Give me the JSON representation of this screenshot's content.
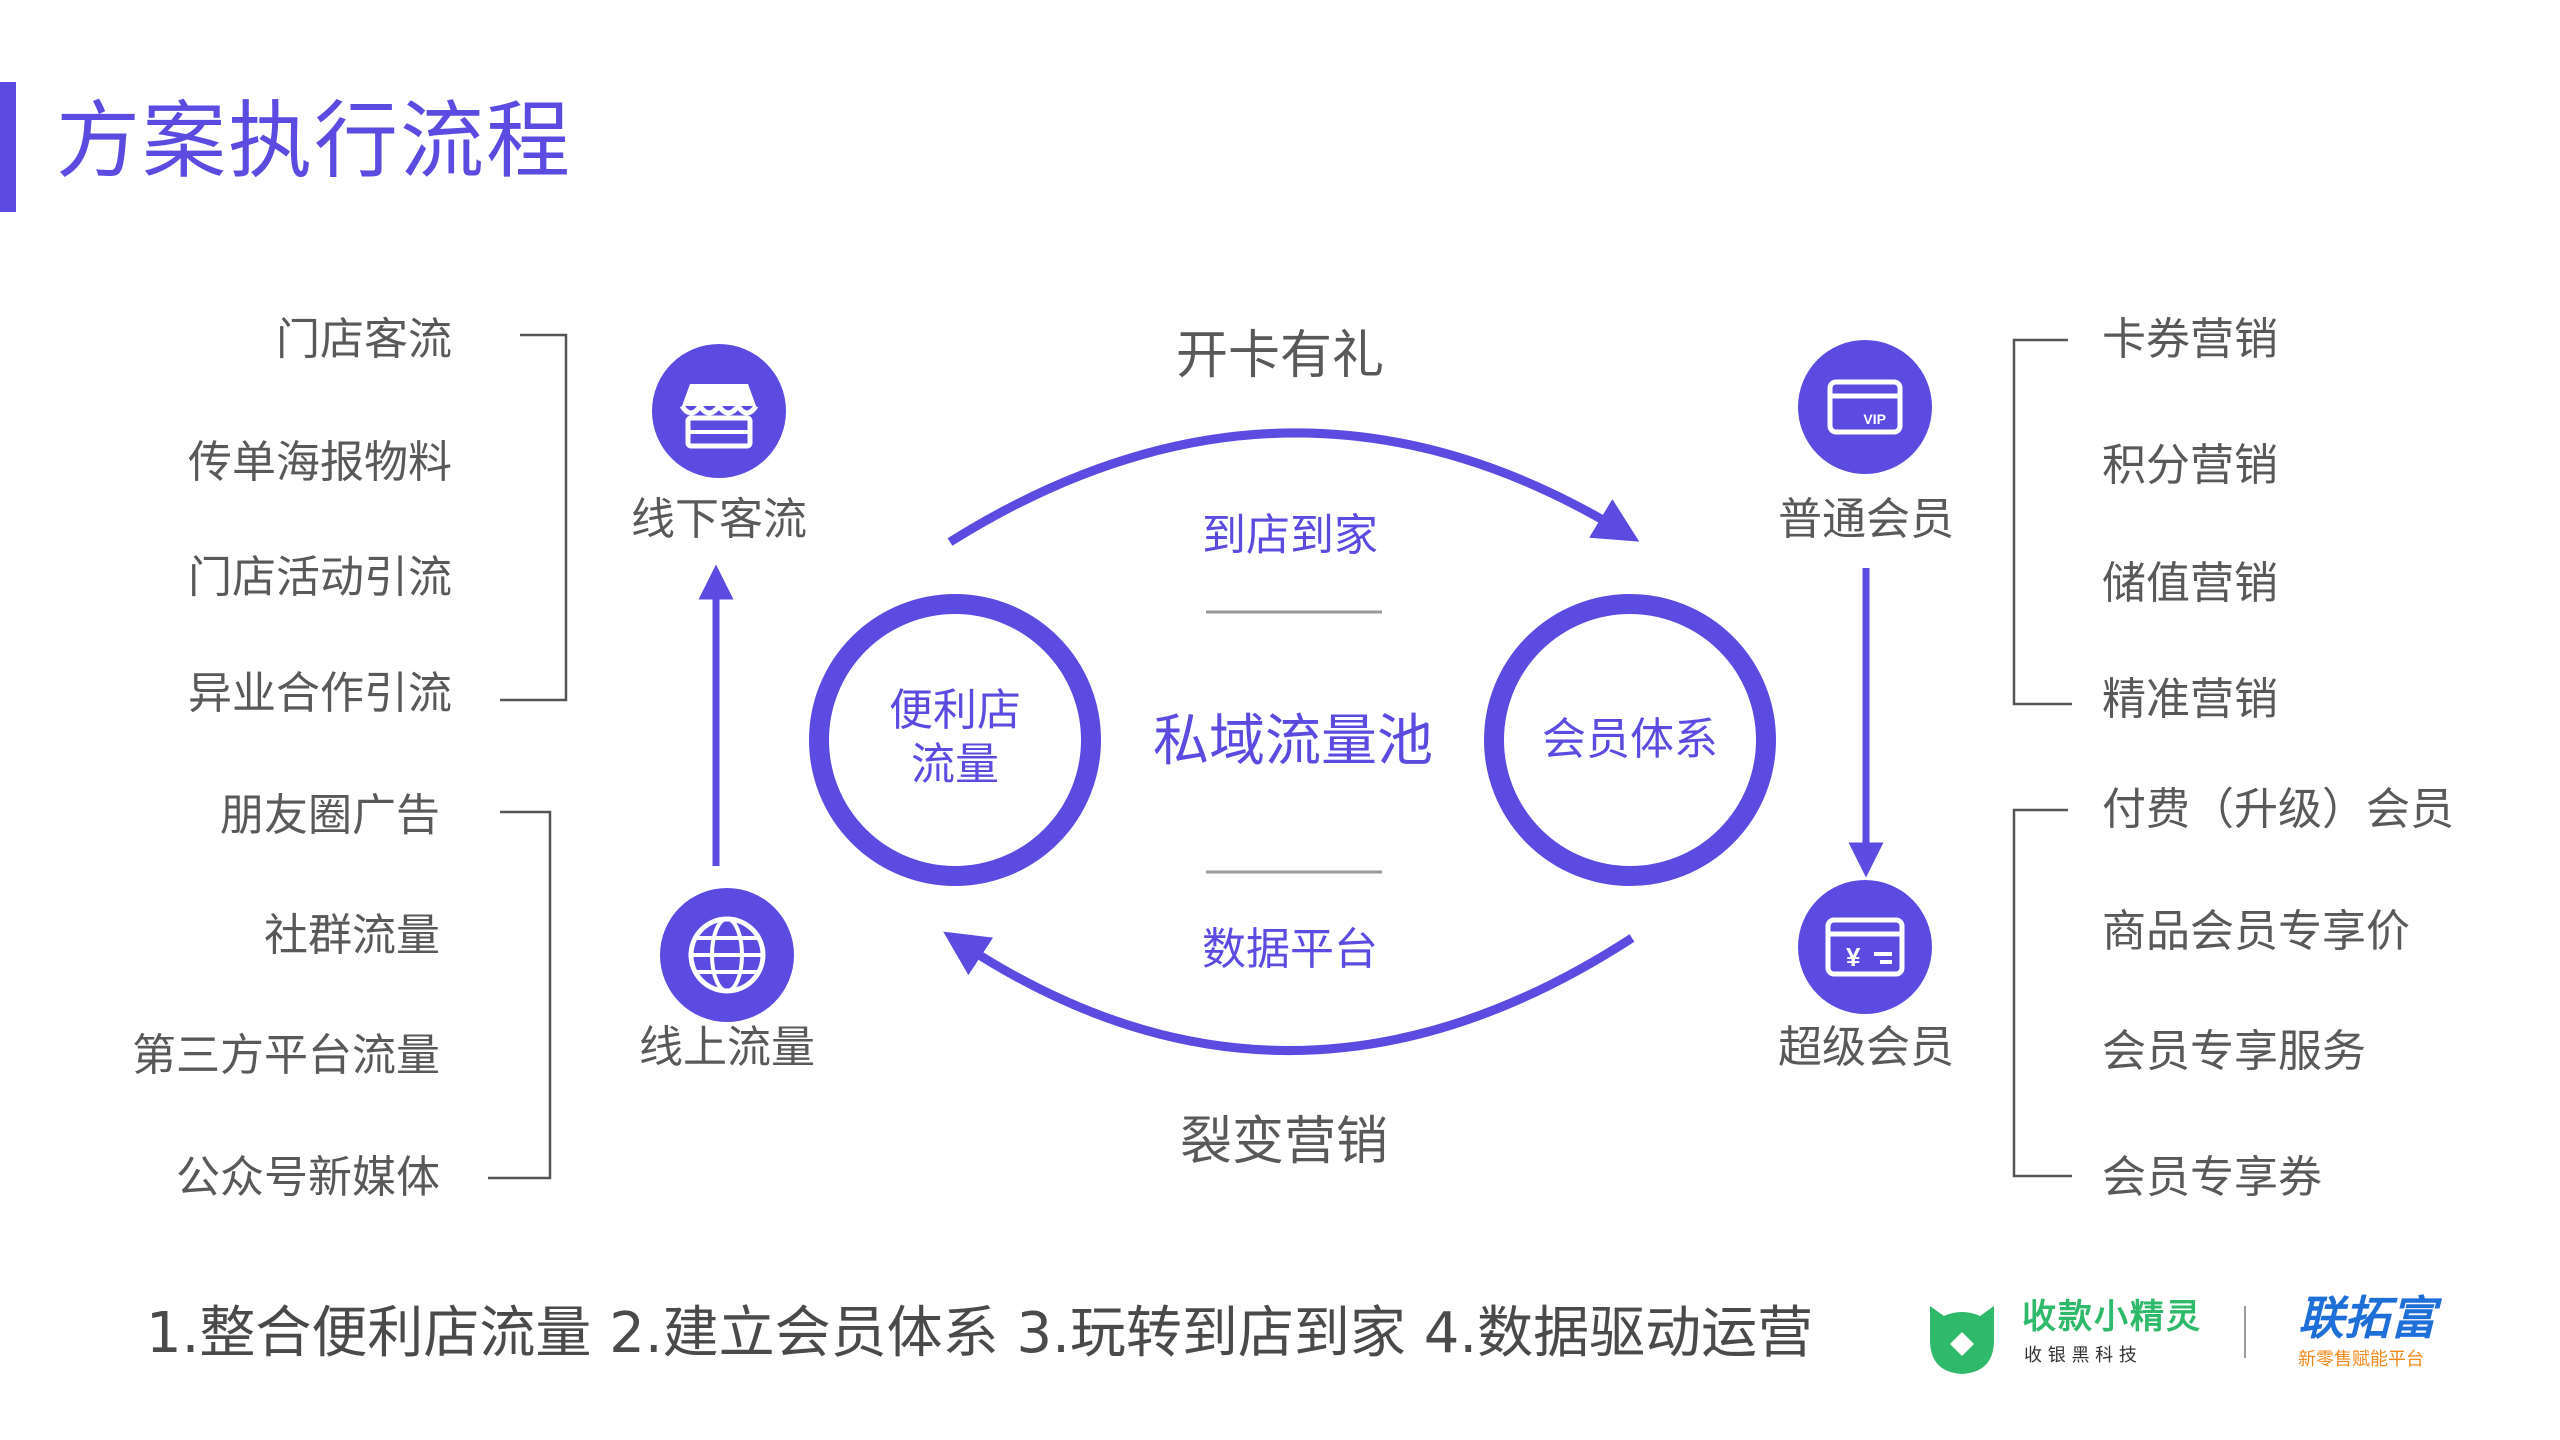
{
  "header": {
    "title": "方案执行流程"
  },
  "left_groups": {
    "offline": [
      "门店客流",
      "传单海报物料",
      "门店活动引流",
      "异业合作引流"
    ],
    "online": [
      "朋友圈广告",
      "社群流量",
      "第三方平台流量",
      "公众号新媒体"
    ]
  },
  "left_nodes": {
    "offline": "线下客流",
    "online": "线上流量"
  },
  "center": {
    "left_circle": "便利店\n流量",
    "right_circle": "会员体系",
    "middle": "私域流量池",
    "top_arc": "开卡有礼",
    "top_inner": "到店到家",
    "bottom_inner": "数据平台",
    "bottom_arc": "裂变营销"
  },
  "right_nodes": {
    "normal": "普通会员",
    "super": "超级会员"
  },
  "right_groups": {
    "normal": [
      "卡券营销",
      "积分营销",
      "储值营销",
      "精准营销"
    ],
    "super": [
      "付费（升级）会员",
      "商品会员专享价",
      "会员专享服务",
      "会员专享券"
    ]
  },
  "footer": {
    "text": "1.整合便利店流量 2.建立会员体系 3.玩转到店到家 4.数据驱动运营"
  },
  "logos": {
    "brand1": "收款小精灵",
    "brand1_sub": "收 银 黑 科 技",
    "brand2": "联拓富",
    "brand2_sub": "新零售赋能平台"
  },
  "icons": {
    "offline": "storefront-icon",
    "online": "globe-icon",
    "normal_member": "vip-card-icon",
    "super_member": "yen-card-icon"
  },
  "colors": {
    "accent": "#5b4be0",
    "text": "#595959",
    "brand1": "#2fb96b",
    "brand2": "#1f6fd8"
  }
}
